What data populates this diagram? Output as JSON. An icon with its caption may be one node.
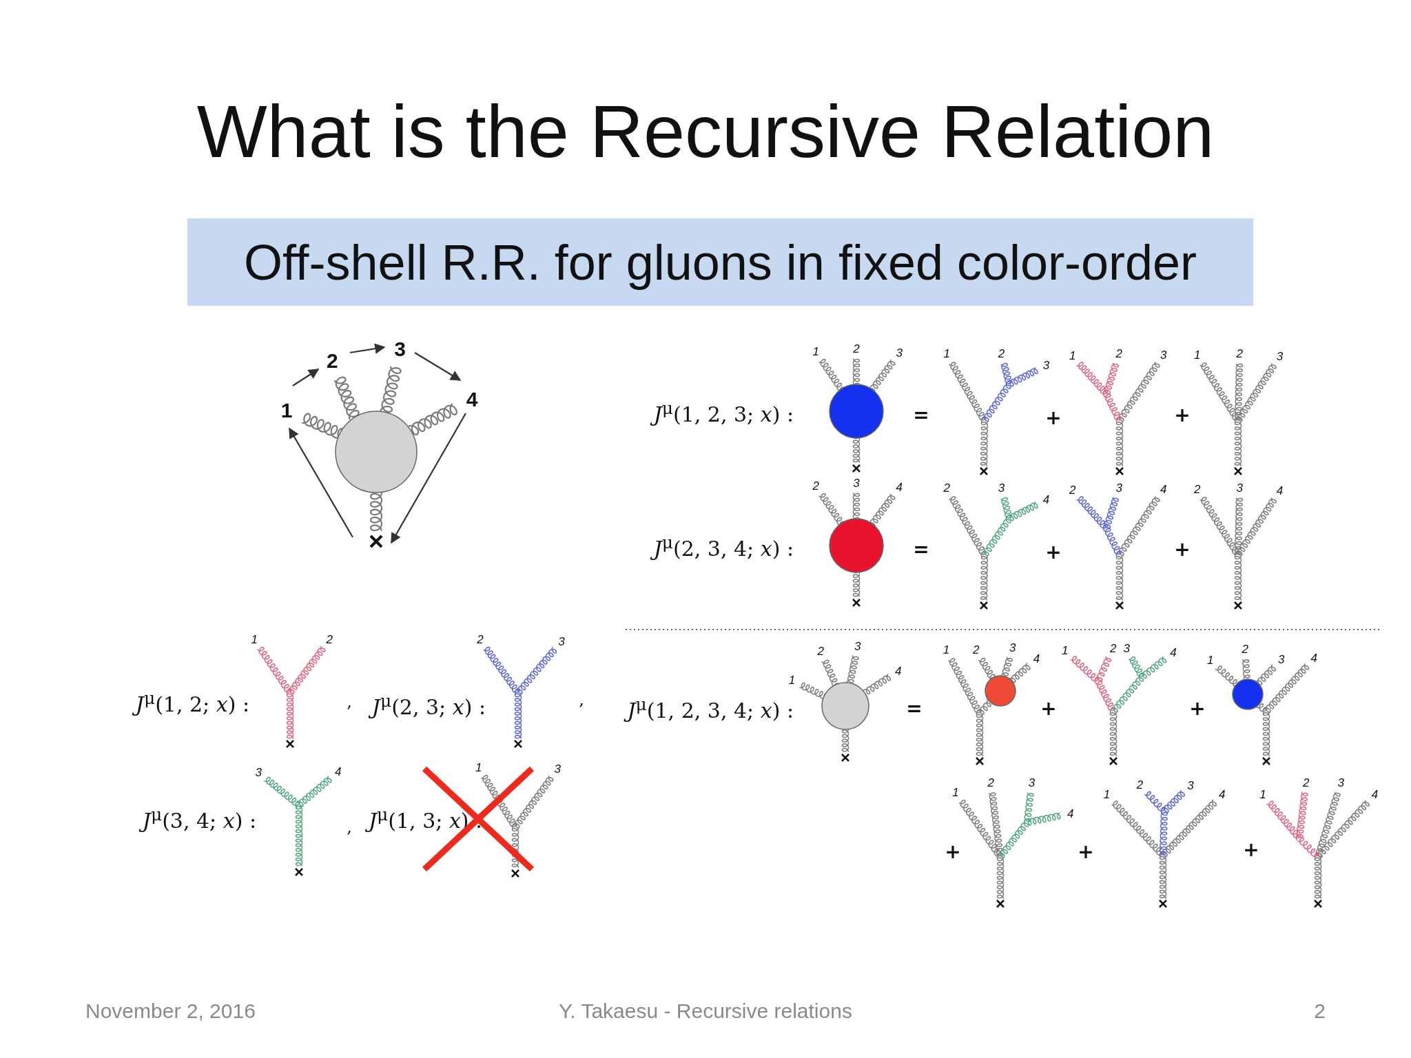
{
  "diagram": {
    "title": "What is the Recursive Relation",
    "nodes": [
      {
        "text": [
          "Off-shell R.R. for gluons in fixed color-order"
        ]
      }
    ],
    "labels": [
      "1",
      "2",
      "3",
      "4",
      "*J*$^{μ}$(1, 2, 3; *x*) :",
      "1",
      "2",
      "3",
      "=",
      "1",
      "2",
      "3",
      "+",
      "1",
      "2",
      "3",
      "+",
      "1",
      "2",
      "3",
      "*J*$^{μ}$(2, 3, 4; *x*) :",
      "2",
      "3",
      "4",
      "=",
      "2",
      "3",
      "4",
      "+",
      "2",
      "3",
      "4",
      "+",
      "2",
      "3",
      "4",
      "*J*$^{μ}$(1, 2; *x*) :",
      "1",
      "2",
      ",",
      "*J*$^{μ}$(2, 3; *x*) :",
      "2",
      "3",
      ",",
      "*J*$^{μ}$(1, 2, 3, 4; *x*) :",
      "1",
      "2",
      "3",
      "4",
      "=",
      "1",
      "2",
      "3",
      "4",
      "+",
      "1",
      "2",
      "3",
      "4",
      "+",
      "1",
      "2",
      "3",
      "4",
      "*J*$^{μ}$(3, 4; *x*) :",
      "3",
      "4",
      ",",
      "*J*$^{μ}$(1, 3; *x*) :",
      "1",
      "3",
      "+",
      "1",
      "2",
      "3",
      "4",
      "+",
      "1",
      "2",
      "3",
      "4",
      "+",
      "1",
      "2",
      "3",
      "4",
      "November 2, 2016",
      "Y. Takaesu - Recursive relations",
      "2"
    ]
  }
}
